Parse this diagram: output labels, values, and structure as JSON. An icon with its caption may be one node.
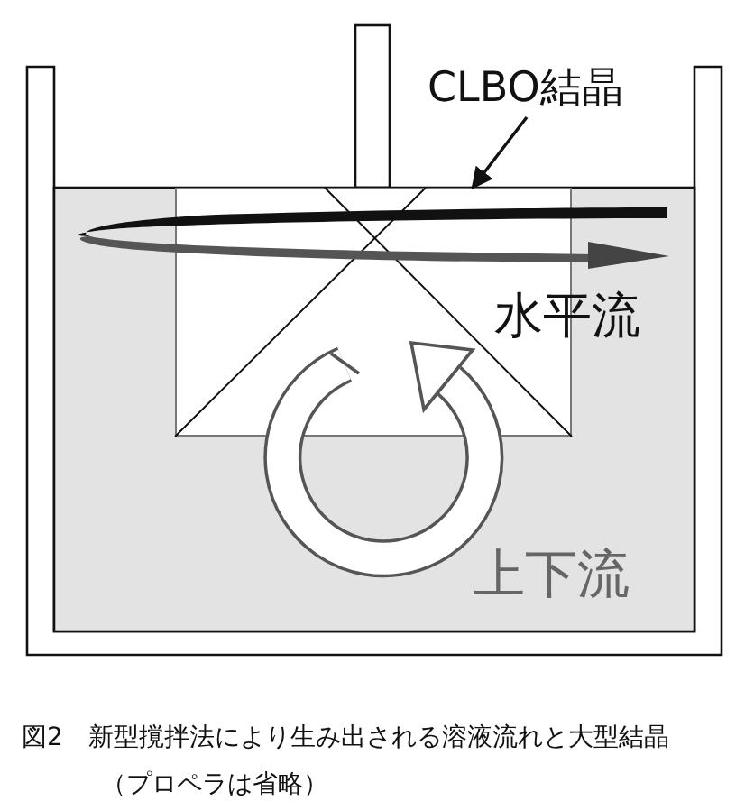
{
  "diagram": {
    "caption": "図2　新型撹拌法により生み出される溶液流れと大型結晶（プロペラは省略）",
    "nodes": [
      {
        "text": [
          "CLBO結晶"
        ]
      },
      {
        "text": [],
        "shape": "box"
      }
    ],
    "edges": [
      {
        "from": 0,
        "to": 1,
        "arrow": "to"
      }
    ],
    "labels": [
      "水平流",
      "上下流"
    ]
  }
}
